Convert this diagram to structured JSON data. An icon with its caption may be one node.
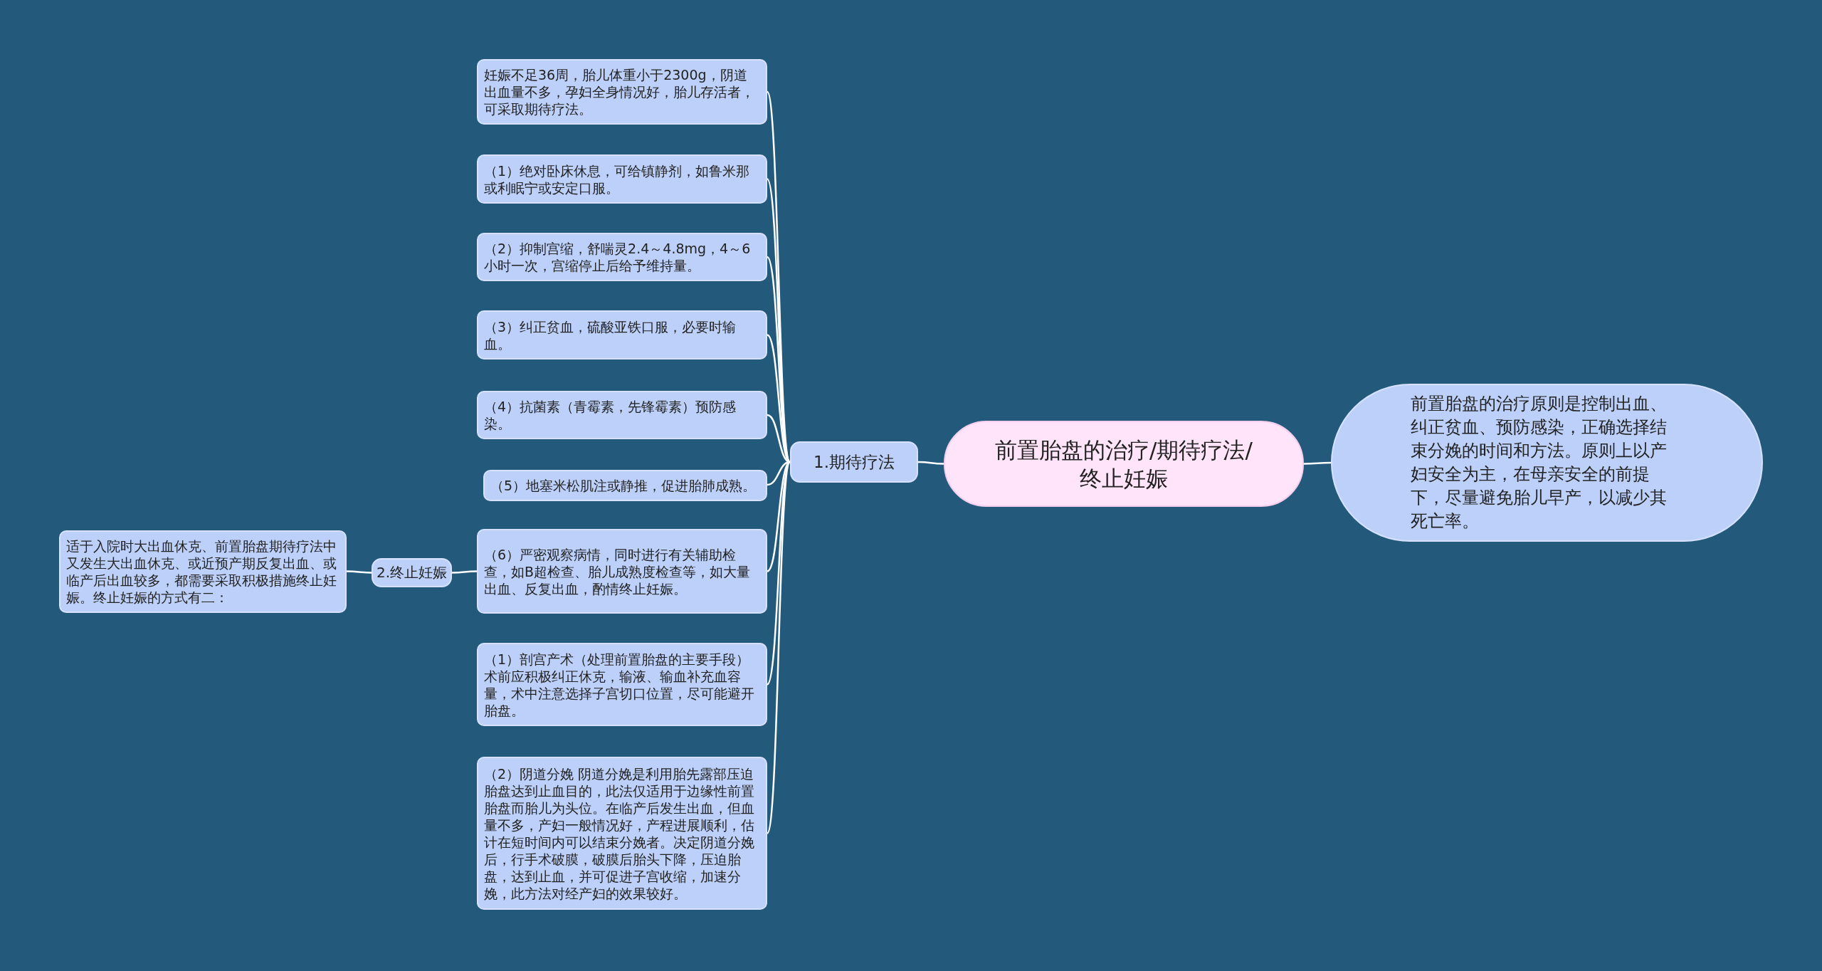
{
  "diagram": {
    "nodes": [
      {
        "text": [
          "前置胎盘的治疗/期待疗法/终止妊娠"
        ]
      },
      {
        "text": [
          "前置胎盘的治疗原则是控制出血、纠正贫血、预防感染，正确选择结束分娩的时间和方法。原则上以产妇安全为主，在母亲安全的前提下，尽量避免胎儿早产，以减少其死亡率。"
        ]
      },
      {
        "text": [
          "1.期待疗法"
        ]
      },
      {
        "text": [
          "妊娠不足36周，胎儿体重小于2300g，阴道出血量不多，孕妇全身情况好，胎儿存活者，可采取期待疗法。"
        ]
      },
      {
        "text": [
          "（1）绝对卧床休息，可给镇静剂，如鲁米那或利眠宁或安定口服。"
        ]
      },
      {
        "text": [
          "（2）抑制宫缩，舒喘灵2.4～4.8mg，4～6小时一次，宫缩停止后给予维持量。"
        ]
      },
      {
        "text": [
          "（3）纠正贫血，硫酸亚铁口服，必要时输血。"
        ]
      },
      {
        "text": [
          "（4）抗菌素（青霉素，先锋霉素）预防感染。"
        ]
      },
      {
        "text": [
          "（5）地塞米松肌注或静推，促进胎肺成熟。"
        ]
      },
      {
        "text": [
          "（6）严密观察病情，同时进行有关辅助检查，如B超检查、胎儿成熟度检查等，如大量出血、反复出血，酌情终止妊娠。"
        ]
      },
      {
        "text": [
          "2.终止妊娠"
        ]
      },
      {
        "text": [
          "适于入院时大出血休克、前置胎盘期待疗法中又发生大出血休克、或近预产期反复出血、或临产后出血较多，都需要采取积极措施终止妊娠。终止妊娠的方式有二："
        ]
      },
      {
        "text": [
          "（1）剖宫产术（处理前置胎盘的主要手段）术前应积极纠正休克，输液、输血补充血容量，术中注意选择子宫切口位置，尽可能避开胎盘。"
        ]
      },
      {
        "text": [
          "（2）阴道分娩 阴道分娩是利用胎先露部压迫胎盘达到止血目的，此法仅适用于边缘性前置胎盘而胎儿为头位。在临产后发生出血，但血量不多，产妇一般情况好，产程进展顺利，估计在短时间内可以结束分娩者。决定阴道分娩后，行手术破膜，破膜后胎头下降，压迫胎盘，达到止血，并可促进子宫收缩，加速分娩，此方法对经产妇的效果较好。"
        ]
      }
    ],
    "edges": [
      {
        "from": 0,
        "to": 1,
        "arrow": "none"
      },
      {
        "from": 0,
        "to": 2,
        "arrow": "none"
      },
      {
        "from": 2,
        "to": 3,
        "arrow": "none"
      },
      {
        "from": 2,
        "to": 4,
        "arrow": "none"
      },
      {
        "from": 2,
        "to": 5,
        "arrow": "none"
      },
      {
        "from": 2,
        "to": 6,
        "arrow": "none"
      },
      {
        "from": 2,
        "to": 7,
        "arrow": "none"
      },
      {
        "from": 2,
        "to": 8,
        "arrow": "none"
      },
      {
        "from": 2,
        "to": 9,
        "arrow": "none"
      },
      {
        "from": 9,
        "to": 10,
        "arrow": "none"
      },
      {
        "from": 10,
        "to": 11,
        "arrow": "none"
      },
      {
        "from": 2,
        "to": 12,
        "arrow": "none"
      },
      {
        "from": 2,
        "to": 13,
        "arrow": "none"
      }
    ]
  }
}
